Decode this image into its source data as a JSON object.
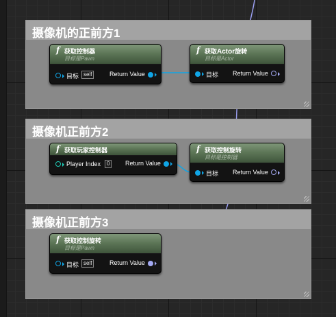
{
  "comments": [
    {
      "title": "摄像机的正前方1"
    },
    {
      "title": "摄像机正前方2"
    },
    {
      "title": "摄像机正前方3"
    }
  ],
  "nodes": {
    "get_controller": {
      "title": "获取控制器",
      "subtitle": "目标是Pawn",
      "target_label": "目标",
      "target_value": "self",
      "return_label": "Return Value"
    },
    "get_actor_rotation": {
      "title_prefix": "获取",
      "title_bold": "Actor",
      "title_suffix": "旋转",
      "subtitle": "目标是Actor",
      "target_label": "目标",
      "return_label": "Return Value"
    },
    "get_player_controller": {
      "title": "获取玩家控制器",
      "player_index_label": "Player Index",
      "player_index_value": "0",
      "return_label": "Return Value"
    },
    "get_control_rotation_2": {
      "title": "获取控制旋转",
      "subtitle": "目标是控制器",
      "target_label": "目标",
      "return_label": "Return Value"
    },
    "get_control_rotation_3": {
      "title": "获取控制旋转",
      "subtitle": "目标是Pawn",
      "target_label": "目标",
      "target_value": "self",
      "return_label": "Return Value"
    }
  },
  "icons": {
    "function": "function-icon"
  },
  "colors": {
    "object_pin": "#10a5e6",
    "rotator_pin": "#a3a9f2",
    "rotator_wire": "#9a9ef0",
    "comment_bg": "#898989",
    "node_header": "#5e7758"
  }
}
